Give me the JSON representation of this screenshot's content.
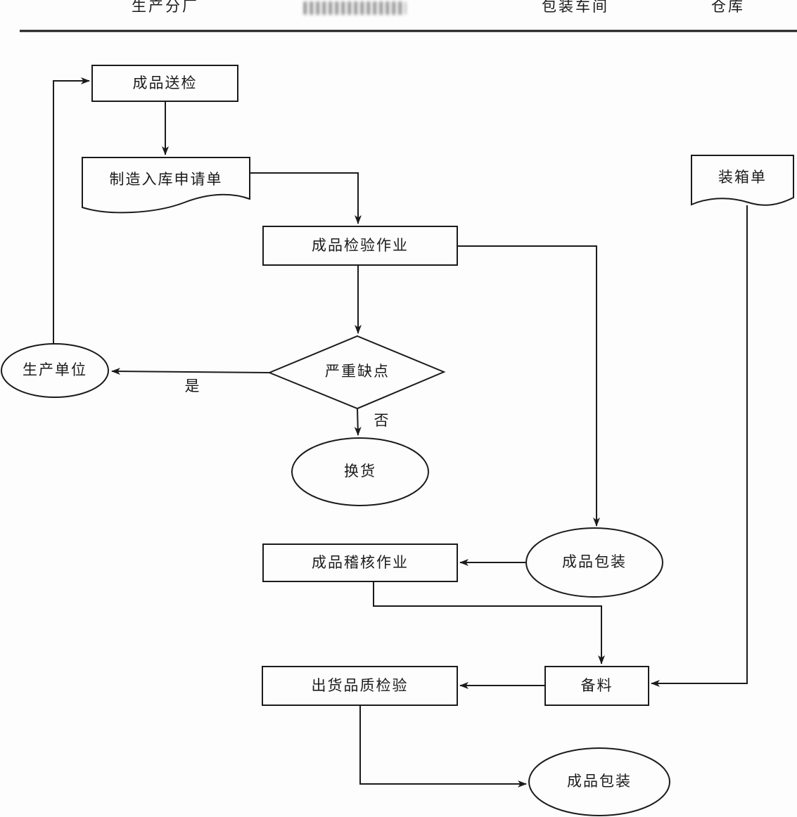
{
  "header": {
    "columns": [
      {
        "id": "production-branch",
        "label": "生产分厂"
      },
      {
        "id": "illegible-department",
        "label": ""
      },
      {
        "id": "packaging-workshop",
        "label": "包装车间"
      },
      {
        "id": "warehouse",
        "label": "仓库"
      }
    ]
  },
  "diagram": {
    "nodes": [
      {
        "id": "finished-product-send-inspection",
        "type": "rect",
        "label": "成品送检"
      },
      {
        "id": "manufacturing-warehouse-application",
        "type": "document",
        "label": "制造入库申请单"
      },
      {
        "id": "finished-product-inspection-work",
        "type": "rect",
        "label": "成品检验作业"
      },
      {
        "id": "serious-defect-decision",
        "type": "diamond",
        "label": "严重缺点"
      },
      {
        "id": "production-unit",
        "type": "ellipse",
        "label": "生产单位"
      },
      {
        "id": "exchange-goods",
        "type": "ellipse",
        "label": "换货"
      },
      {
        "id": "finished-product-audit-work",
        "type": "rect",
        "label": "成品稽核作业"
      },
      {
        "id": "finished-product-packaging-top",
        "type": "ellipse",
        "label": "成品包装"
      },
      {
        "id": "material-preparation",
        "type": "rect",
        "label": "备料"
      },
      {
        "id": "shipment-quality-inspection",
        "type": "rect",
        "label": "出货品质检验"
      },
      {
        "id": "packing-list",
        "type": "document",
        "label": "装箱单"
      },
      {
        "id": "finished-product-packaging-bottom",
        "type": "ellipse",
        "label": "成品包装"
      }
    ],
    "edge_labels": [
      {
        "id": "yes",
        "label": "是"
      },
      {
        "id": "no",
        "label": "否"
      }
    ]
  },
  "colors": {
    "line": "#1b1b1b",
    "background": "#fdfdfd",
    "text": "#1b1b1b"
  }
}
